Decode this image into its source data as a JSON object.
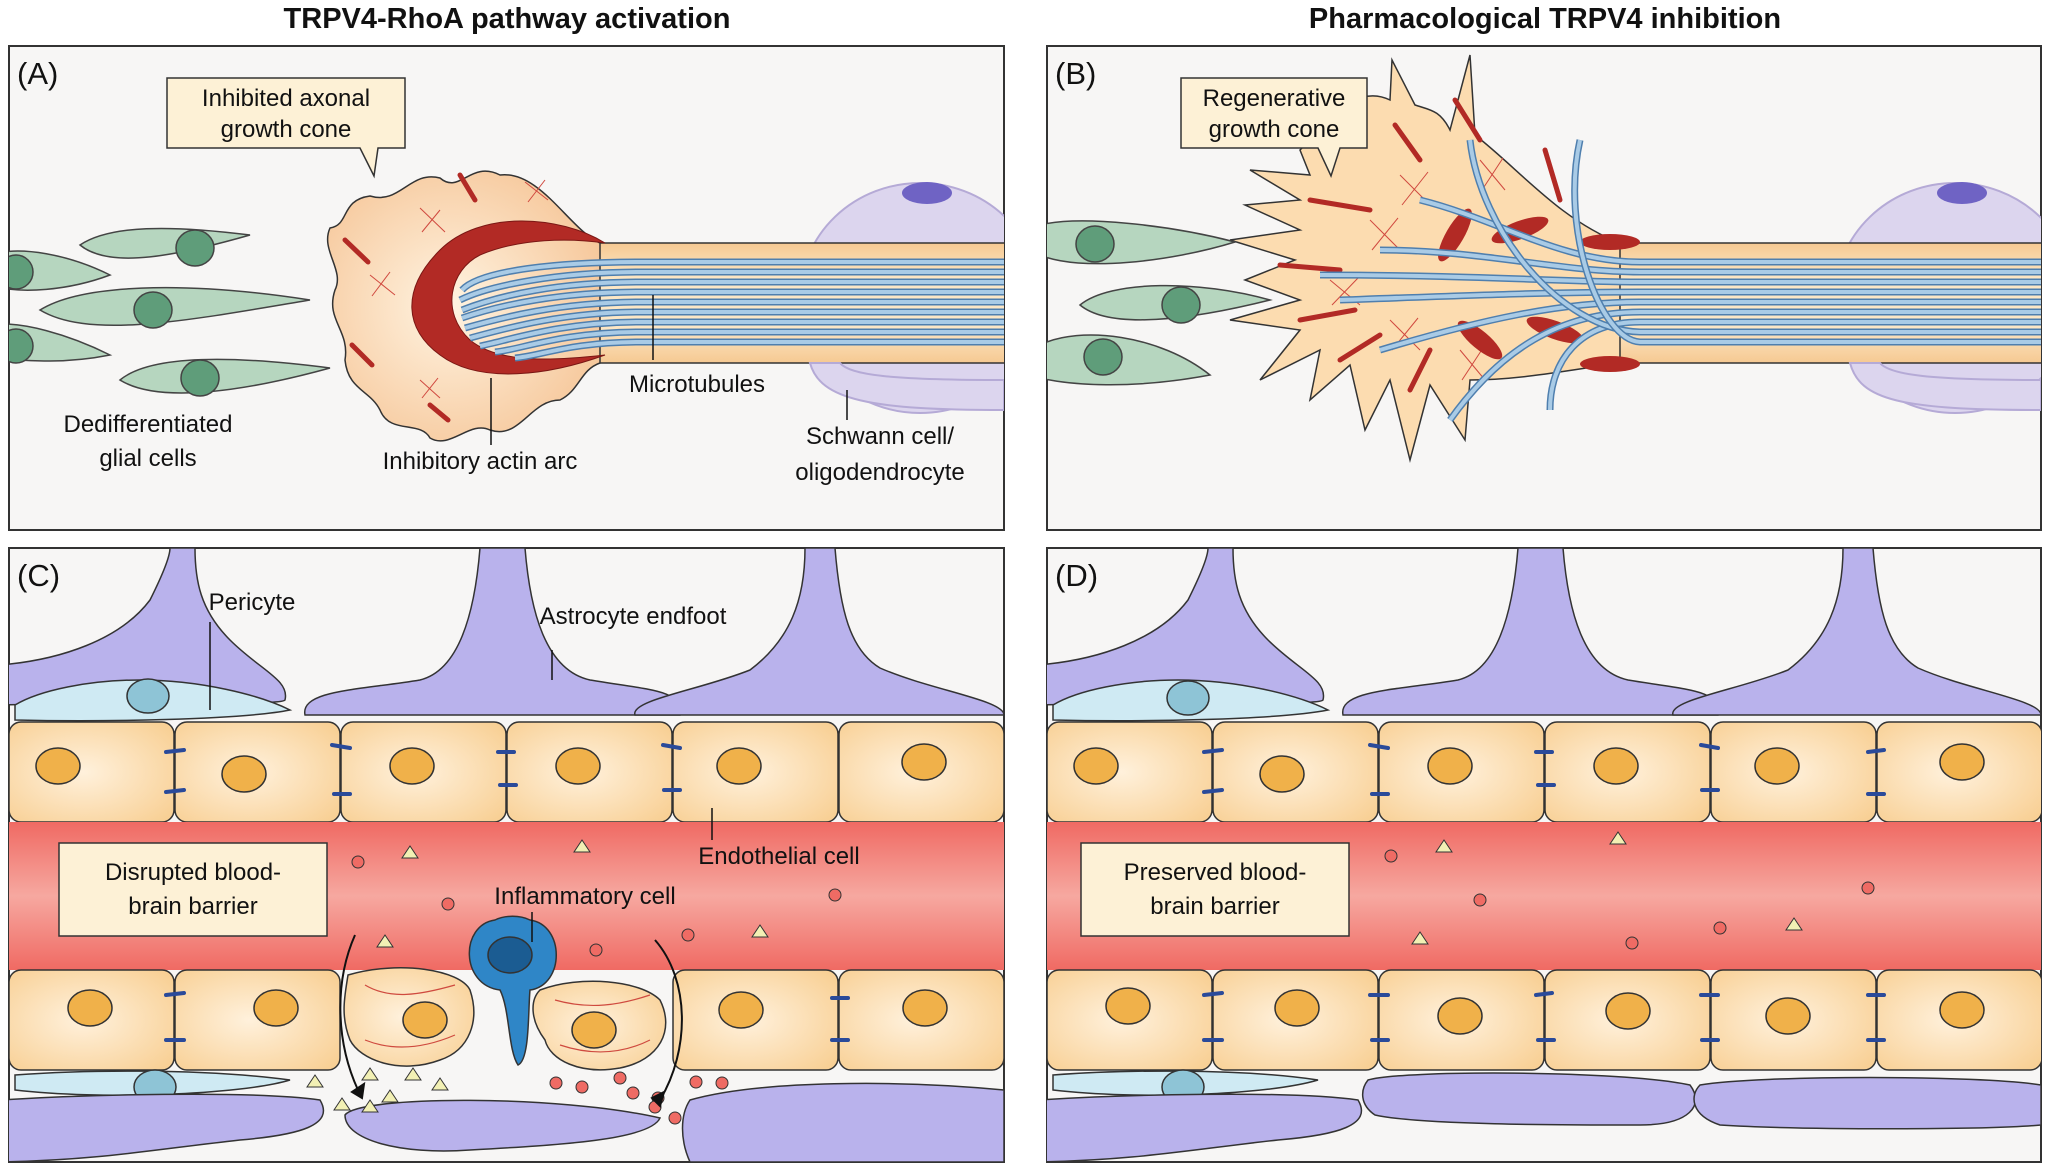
{
  "headers": {
    "left": "TRPV4-RhoA pathway activation",
    "right": "Pharmacological TRPV4 inhibition"
  },
  "panels": {
    "a": {
      "letter": "(A)",
      "callout": [
        "Inhibited axonal",
        "growth cone"
      ],
      "glia": [
        "Dedifferentiated",
        "glial cells"
      ],
      "actin": "Inhibitory actin arc",
      "microtubules": "Microtubules",
      "schwann": [
        "Schwann cell/",
        "oligodendrocyte"
      ]
    },
    "b": {
      "letter": "(B)",
      "callout": [
        "Regenerative",
        "growth cone"
      ]
    },
    "c": {
      "letter": "(C)",
      "pericyte": "Pericyte",
      "astro": "Astrocyte endfoot",
      "endo": "Endothelial cell",
      "barrier": [
        "Disrupted blood-",
        "brain barrier"
      ],
      "inflam": "Inflammatory cell"
    },
    "d": {
      "letter": "(D)",
      "barrier": [
        "Preserved blood-",
        "brain barrier"
      ]
    }
  },
  "colors": {
    "glia": "#b6d6bf",
    "glia_nucleus": "#5f9d7a",
    "axon": "#fbdfb3",
    "actin": "#b22a25",
    "microtubule": "#7eaed6",
    "myelin": "#d8d0ea",
    "astrocyte": "#b9b2ec",
    "pericyte": "#cfeaf3",
    "endothelial": "#fbd9a4",
    "endo_nucleus": "#f0b14a",
    "lumen": "#ee6b62",
    "inflammatory": "#2f86c7",
    "callout": "#fdf1d6"
  }
}
